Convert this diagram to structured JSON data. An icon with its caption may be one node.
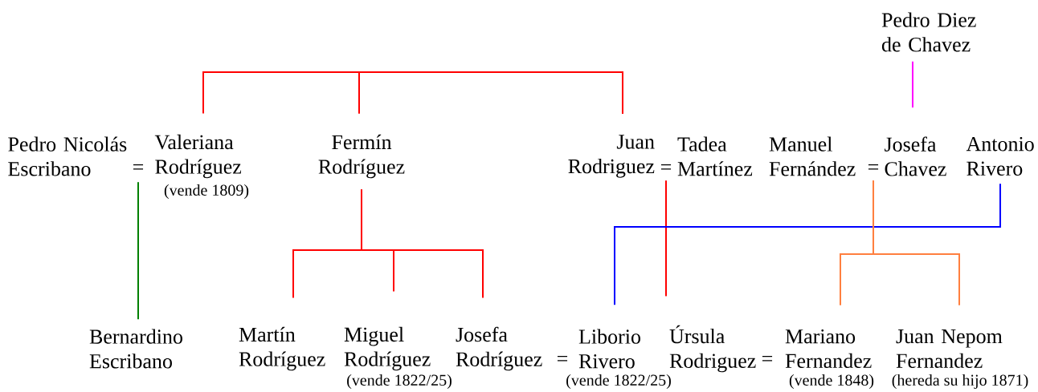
{
  "diagram": {
    "nodes": [
      {
        "text": [
          "Pedro Diez de Chavez"
        ]
      },
      {
        "text": [
          "Pedro Nicolás Escribano"
        ]
      },
      {
        "text": [
          "="
        ]
      },
      {
        "text": [
          "Valeriana Rodríguez"
        ],
        "beside": [
          "(vende 1809)"
        ]
      },
      {
        "text": [
          "Fermín Rodríguez"
        ]
      },
      {
        "text": [
          "Juan Rodriguez"
        ]
      },
      {
        "text": [
          "="
        ]
      },
      {
        "text": [
          "Tadea Martínez"
        ]
      },
      {
        "text": [
          "Manuel Fernández"
        ]
      },
      {
        "text": [
          "="
        ]
      },
      {
        "text": [
          "Josefa Chavez"
        ]
      },
      {
        "text": [
          "Antonio Rivero"
        ]
      },
      {
        "text": [
          "Bernardino Escribano"
        ]
      },
      {
        "text": [
          "Martín Rodríguez"
        ]
      },
      {
        "text": [
          "Miguel Rodríguez"
        ],
        "beside": [
          "(vende 1822/25)"
        ]
      },
      {
        "text": [
          "Josefa Rodríguez"
        ]
      },
      {
        "text": [
          "Liborio Rivero"
        ],
        "beside": [
          "(vende 1822/25)"
        ]
      },
      {
        "text": [
          "Úrsula Rodriguez"
        ]
      },
      {
        "text": [
          "Mariano Fernandez"
        ],
        "beside": [
          "(vende 1848)"
        ]
      },
      {
        "text": [
          "Juan Nepom Fernandez"
        ],
        "beside": [
          "(hereda su hijo 1871)"
        ]
      }
    ],
    "edges": [
      {
        "from": 3,
        "to": 4,
        "arrow": "none"
      },
      {
        "from": 4,
        "to": 5,
        "arrow": "none"
      },
      {
        "from": 0,
        "to": 10,
        "arrow": "none",
        "color": "#ff00ff"
      },
      {
        "from": 2,
        "to": 12,
        "arrow": "none",
        "color": "#008000"
      },
      {
        "from": 4,
        "to": 13,
        "arrow": "none"
      },
      {
        "from": 4,
        "to": 14,
        "arrow": "none"
      },
      {
        "from": 4,
        "to": 15,
        "arrow": "none"
      },
      {
        "from": 6,
        "to": 17,
        "arrow": "none"
      },
      {
        "from": 11,
        "to": 16,
        "arrow": "none",
        "color": "#0000ff"
      },
      {
        "from": 9,
        "to": 18,
        "arrow": "none",
        "color": "#ff7f3f"
      },
      {
        "from": 9,
        "to": 19,
        "arrow": "none",
        "color": "#ff7f3f"
      }
    ],
    "labels": [
      "=",
      "="
    ]
  }
}
